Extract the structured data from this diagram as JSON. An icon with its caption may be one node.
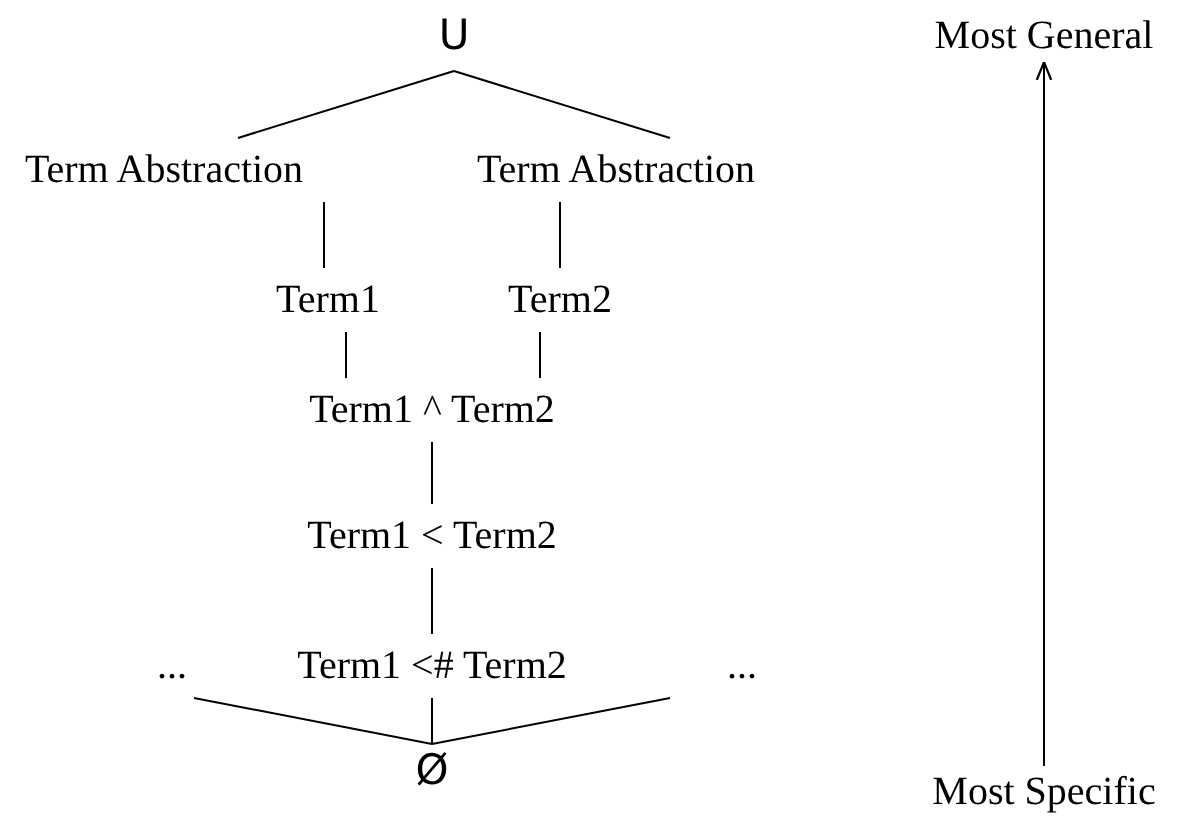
{
  "diagram": {
    "nodes": [
      {
        "text": [
          "U"
        ]
      },
      {
        "text": [
          "Term Abstraction"
        ]
      },
      {
        "text": [
          "Term Abstraction"
        ]
      },
      {
        "text": [
          "Term1"
        ]
      },
      {
        "text": [
          "Term2"
        ]
      },
      {
        "text": [
          "Term1 ^ Term2"
        ]
      },
      {
        "text": [
          "Term1 < Term2"
        ]
      },
      {
        "text": [
          "..."
        ]
      },
      {
        "text": [
          "Term1 <# Term2"
        ]
      },
      {
        "text": [
          "..."
        ]
      },
      {
        "text": [
          "Ø"
        ]
      },
      {
        "text": [
          "Most General"
        ]
      },
      {
        "text": [
          "Most Specific"
        ]
      }
    ],
    "edges": [
      {
        "from": 0,
        "to": 1,
        "arrow": "none"
      },
      {
        "from": 0,
        "to": 2,
        "arrow": "none"
      },
      {
        "from": 1,
        "to": 3,
        "arrow": "none"
      },
      {
        "from": 2,
        "to": 4,
        "arrow": "none"
      },
      {
        "from": 3,
        "to": 5,
        "arrow": "none"
      },
      {
        "from": 4,
        "to": 5,
        "arrow": "none"
      },
      {
        "from": 5,
        "to": 6,
        "arrow": "none"
      },
      {
        "from": 6,
        "to": 8,
        "arrow": "none"
      },
      {
        "from": 7,
        "to": 10,
        "arrow": "none"
      },
      {
        "from": 8,
        "to": 10,
        "arrow": "none"
      },
      {
        "from": 9,
        "to": 10,
        "arrow": "none"
      },
      {
        "from": 12,
        "to": 11,
        "arrow": "to"
      }
    ]
  }
}
